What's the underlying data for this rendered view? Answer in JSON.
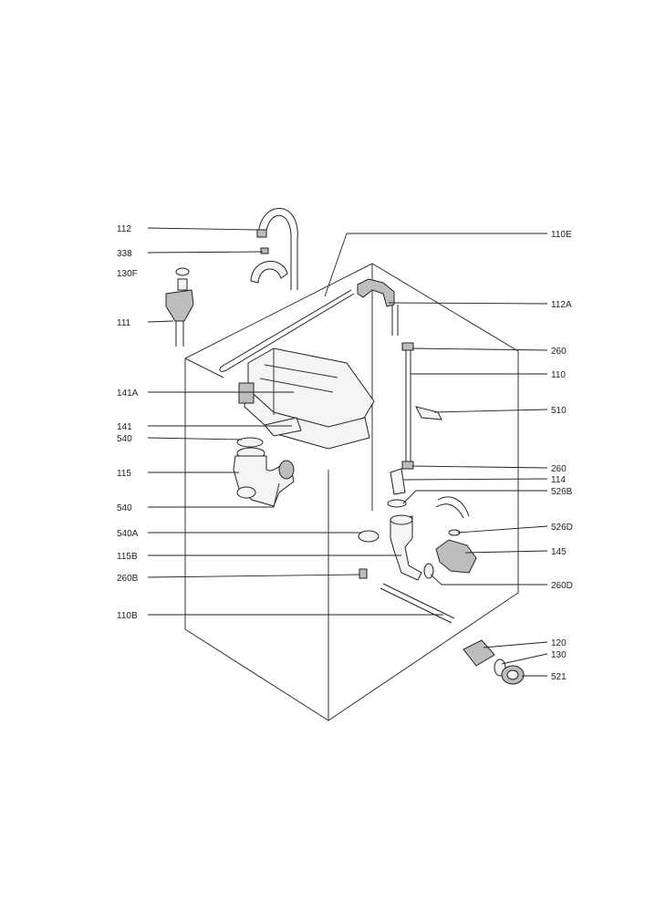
{
  "labels": {
    "l112": "112",
    "l338": "338",
    "l130F": "130F",
    "l111": "111",
    "l141A": "141A",
    "l141": "141",
    "l540a": "540",
    "l115": "115",
    "l540b": "540",
    "l540A": "540A",
    "l115B": "115B",
    "l260B": "260B",
    "l110B": "110B",
    "l110E": "110E",
    "l112A": "112A",
    "l260a": "260",
    "l110": "110",
    "l510": "510",
    "l260b": "260",
    "l114": "114",
    "l526B": "526B",
    "l526D": "526D",
    "l145": "145",
    "l260D": "260D",
    "l120": "120",
    "l130": "130",
    "l521": "521"
  }
}
